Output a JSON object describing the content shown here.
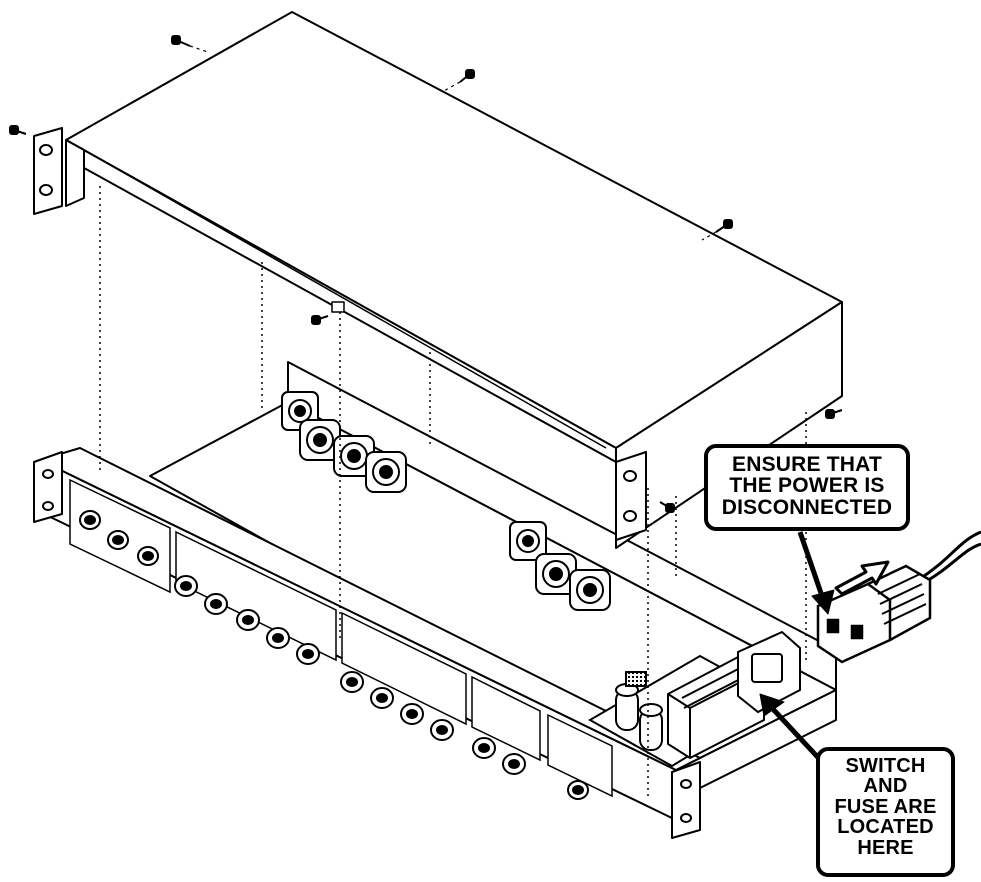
{
  "diagram": {
    "callouts": {
      "power": {
        "lines": [
          "ENSURE THAT",
          "THE POWER IS",
          "DISCONNECTED"
        ]
      },
      "fuse": {
        "lines": [
          "SWITCH",
          "AND",
          "FUSE ARE",
          "LOCATED",
          "HERE"
        ]
      }
    },
    "colors": {
      "ink": "#000000",
      "paper": "#ffffff"
    }
  }
}
